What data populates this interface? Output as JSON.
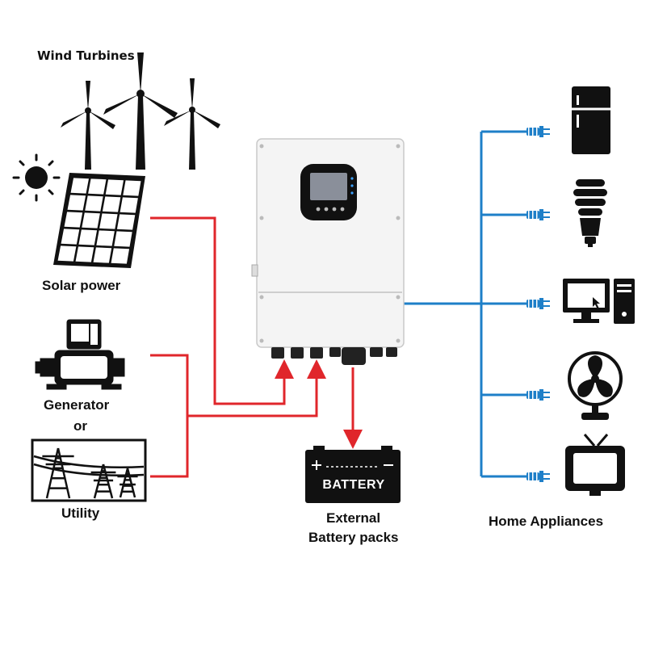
{
  "labels": {
    "wind_turbines": "Wind Turbines",
    "solar_power": "Solar power",
    "generator": "Generator",
    "or": "or",
    "utility": "Utility",
    "battery": "BATTERY",
    "external_line1": "External",
    "external_line2": "Battery packs",
    "home_appliances": "Home Appliances"
  },
  "colors": {
    "input_wire": "#e0262b",
    "output_wire": "#1e7fc8",
    "icon": "#111111",
    "inverter_body": "#f4f4f4"
  },
  "appliances": [
    "refrigerator-icon",
    "light-bulb-icon",
    "computer-icon",
    "fan-icon",
    "television-icon"
  ]
}
